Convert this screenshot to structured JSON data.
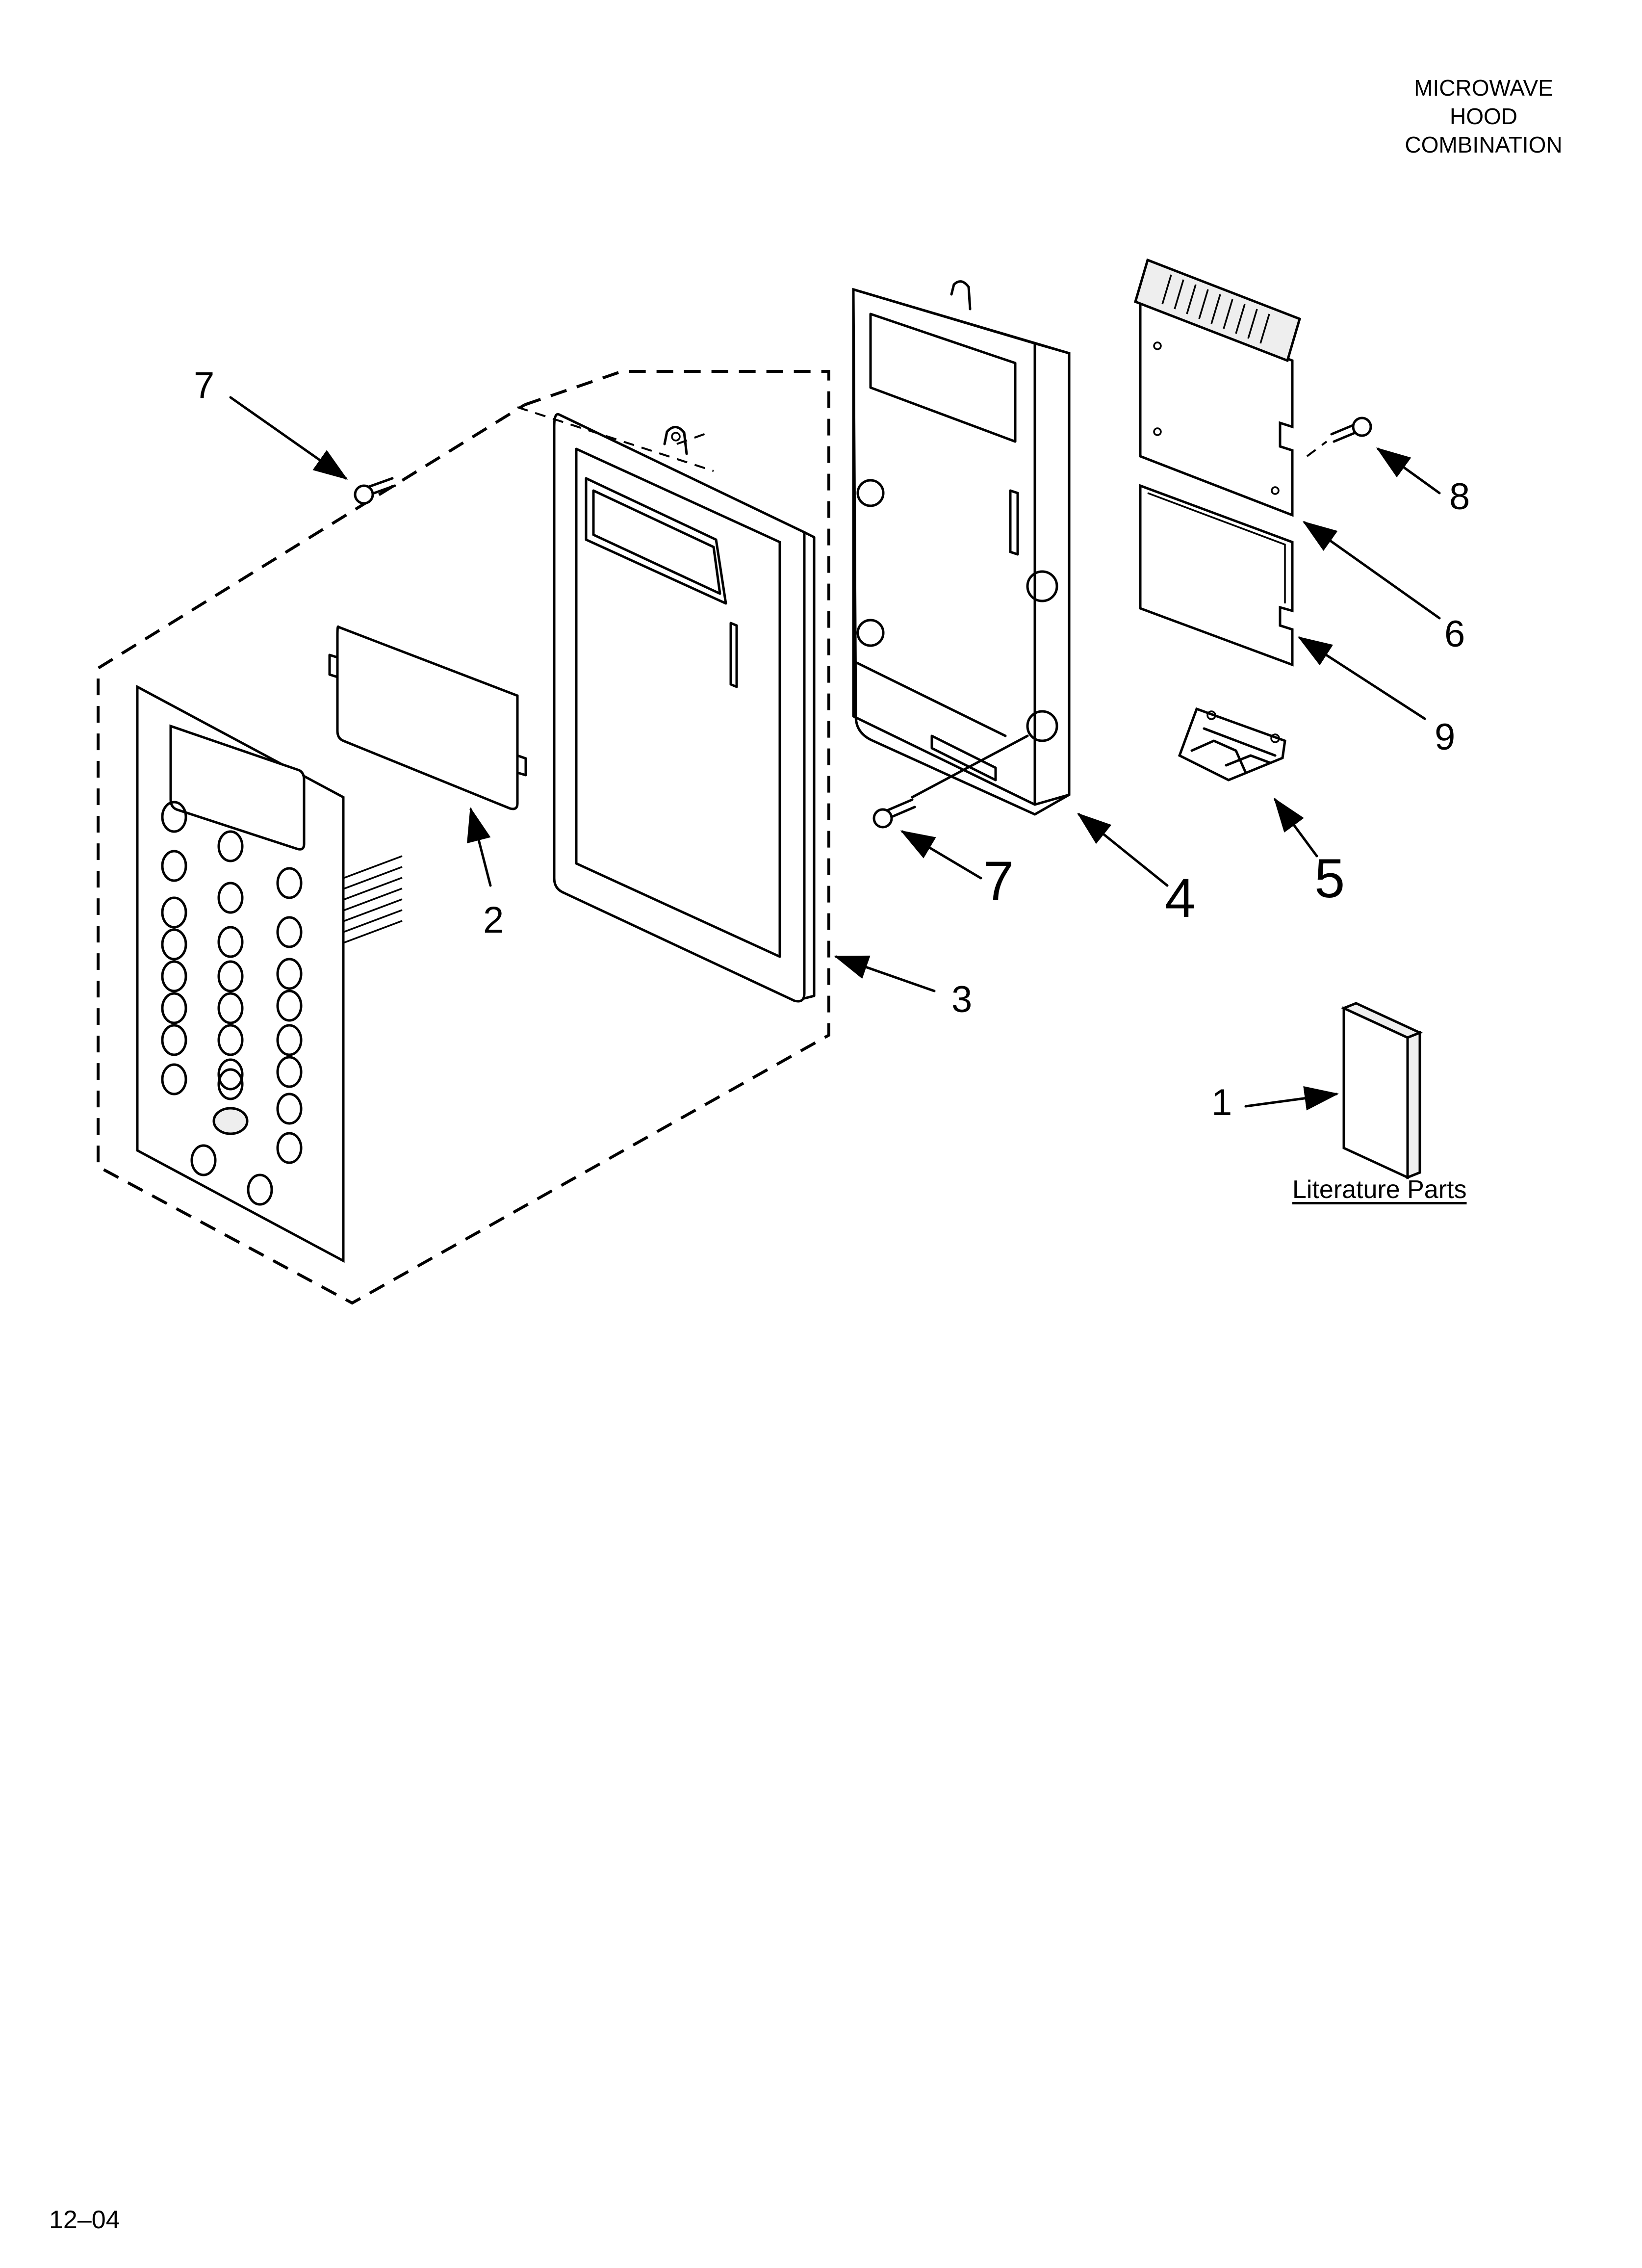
{
  "header": {
    "title_lines": [
      "MICROWAVE",
      "HOOD",
      "COMBINATION"
    ]
  },
  "callouts": [
    {
      "id": "7a",
      "label": "7"
    },
    {
      "id": "2",
      "label": "2"
    },
    {
      "id": "3",
      "label": "3"
    },
    {
      "id": "7b",
      "label": "7"
    },
    {
      "id": "4",
      "label": "4"
    },
    {
      "id": "5",
      "label": "5"
    },
    {
      "id": "8",
      "label": "8"
    },
    {
      "id": "6",
      "label": "6"
    },
    {
      "id": "9",
      "label": "9"
    },
    {
      "id": "1",
      "label": "1"
    }
  ],
  "literature_label": "Literature Parts",
  "footer": {
    "code": "12–04"
  }
}
